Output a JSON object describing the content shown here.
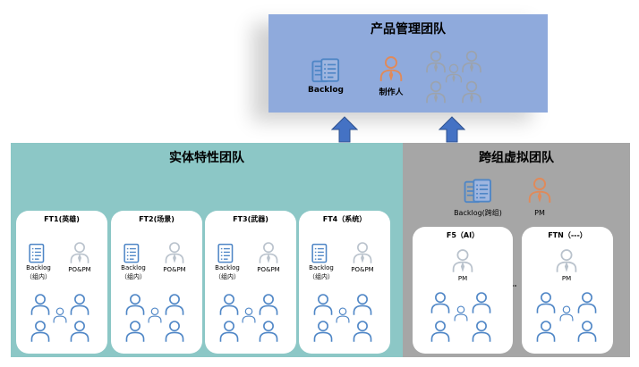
{
  "product_team": {
    "title": "产品管理团队",
    "backlog_label": "Backlog",
    "producer_label": "制作人"
  },
  "entity_team": {
    "title": "实体特性团队",
    "cards": [
      {
        "title": "FT1(英雄)",
        "backlog": "Backlog",
        "backlog_sub": "（组内）",
        "po_label": "PO&PM"
      },
      {
        "title": "FT2(场景)",
        "backlog": "Backlog",
        "backlog_sub": "（组内）",
        "po_label": "PO&PM"
      },
      {
        "title": "FT3(武器)",
        "backlog": "Backlog",
        "backlog_sub": "（组内）",
        "po_label": "PO&PM"
      },
      {
        "title": "FT4（系统）",
        "backlog": "Backlog",
        "backlog_sub": "（组内）",
        "po_label": "PO&PM"
      }
    ]
  },
  "virtual_team": {
    "title": "跨组虚拟团队",
    "backlog_label": "Backlog(跨组)",
    "pm_label": "PM",
    "ellipsis": "---",
    "cards": [
      {
        "title": "F5（AI）",
        "pm_label": "PM"
      },
      {
        "title": "FTN（---）",
        "pm_label": "PM"
      }
    ]
  },
  "colors": {
    "product_bg": "#8faadc",
    "entity_bg": "#8cc7c6",
    "virtual_bg": "#a6a6a6",
    "arrow": "#4472c4",
    "person_blue": "#4f86c6",
    "person_orange": "#e08a5a",
    "person_gray": "#9ca3ad"
  }
}
